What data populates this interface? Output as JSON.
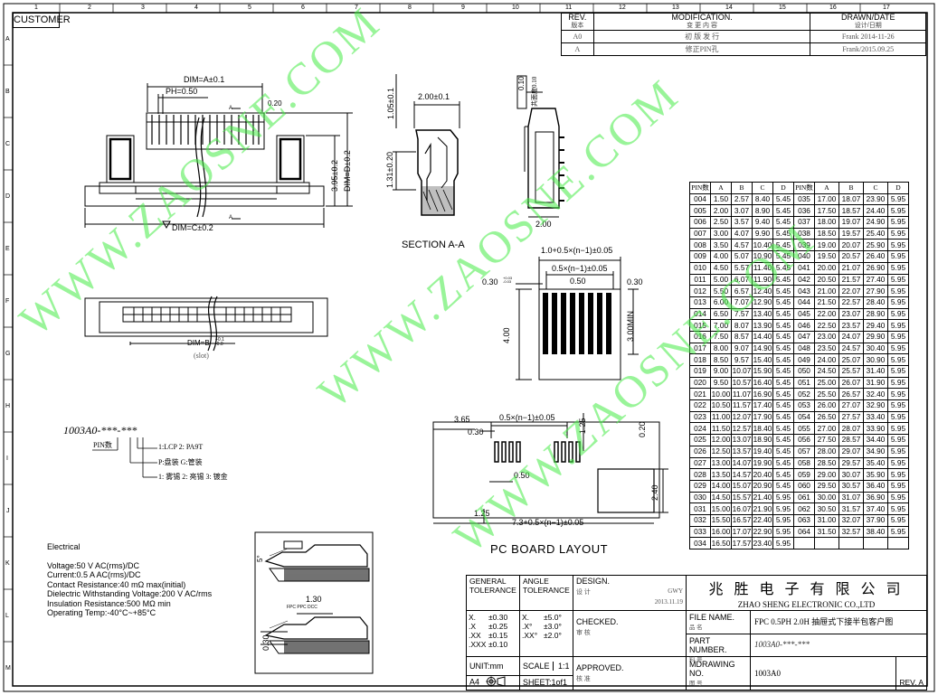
{
  "frame": {
    "customer_label": "CUSTOMER",
    "col_numbers": [
      "1",
      "2",
      "3",
      "4",
      "5",
      "6",
      "7",
      "8",
      "9",
      "10",
      "11",
      "12",
      "13",
      "14",
      "15",
      "16",
      "17"
    ],
    "row_letters": [
      "A",
      "B",
      "C",
      "D",
      "E",
      "F",
      "G",
      "H",
      "I",
      "J",
      "K",
      "L",
      "M"
    ]
  },
  "revision_table": {
    "headers": {
      "rev": "REV.",
      "rev_cn": "版本",
      "mod": "MODIFICATION.",
      "mod_cn": "变 更 内 容",
      "drawn": "DRAWN/DATE",
      "drawn_cn": "设计/日期"
    },
    "rows": [
      {
        "rev": "A0",
        "mod": "初 版 发 行",
        "drawn": "Frank 2014-11-26"
      },
      {
        "rev": "A",
        "mod": "修正PIN孔",
        "drawn": "Frank/2015.09.25"
      }
    ]
  },
  "top_view": {
    "dim_a": "DIM=A±0.1",
    "ph": "PH=0.50",
    "dim_020": "0.20",
    "dim_395": "3.95±0.2",
    "dim_d": "DIM=D±0.2",
    "dim_c": "DIM=C±0.2",
    "section_mark": "A"
  },
  "section_view": {
    "d105": "1.05±0.1",
    "d200": "2.00±0.1",
    "d131": "1.31±0.20",
    "caption": "SECTION A-A"
  },
  "side_view": {
    "t010": "0.10",
    "t010_note": "共面度0.10",
    "d200": "2.00"
  },
  "front_view": {
    "dim_b": "DIM=B",
    "dim_b_tol": "+0.1\n-0.0",
    "slot": "(slot)"
  },
  "part_code": {
    "code": "1003A0-***-***",
    "pin_label": "PIN数",
    "line1": "1:LCP   2: PA9T",
    "line2": "P:盘装     G:管装",
    "line3": "1: 雾锡     2: 亮锡     3: 镀金"
  },
  "fpc_view": {
    "d_top": "1.0+0.5×(n−1)±0.05",
    "d_mid": "0.5×(n−1)±0.05",
    "d030a": "0.30",
    "d030a_tol": "+0.03\n-0.03",
    "d050": "0.50",
    "d030b": "0.30",
    "d400": "4.00",
    "d300": "3.00MIN"
  },
  "pcb_view": {
    "d365": "3.65",
    "d030": "0.30",
    "d_top": "0.5×(n−1)±0.05",
    "d125a": "1.25",
    "d020": "0.20",
    "d050": "0.50",
    "d240": "2.40",
    "d125b": "1.25",
    "d_bottom": "7.3+0.5×(n−1)±0.05",
    "caption": "PC BOARD LAYOUT"
  },
  "electrical": {
    "title": "Electrical",
    "lines": [
      "Voltage:50 V AC(rms)/DC",
      "Current:0.5 A AC(rms)/DC",
      "Contact Resistance:40 mΩ max(initial)",
      "Dielectric Withstanding Voltage:200 V AC/rms",
      "Insulation Resistance:500 MΩ min",
      "Operating Temp:-40°C~+85°C"
    ]
  },
  "mount_view": {
    "d5": "5°",
    "d130": "1.30",
    "d030": "0.30",
    "fpc_label": "FPC  PPC  DCC"
  },
  "pin_table": {
    "headers": [
      "PIN数",
      "A",
      "B",
      "C",
      "D",
      "PIN数",
      "A",
      "B",
      "C",
      "D"
    ],
    "rows": [
      [
        "004",
        "1.50",
        "2.57",
        "8.40",
        "5.45",
        "035",
        "17.00",
        "18.07",
        "23.90",
        "5.95"
      ],
      [
        "005",
        "2.00",
        "3.07",
        "8.90",
        "5.45",
        "036",
        "17.50",
        "18.57",
        "24.40",
        "5.95"
      ],
      [
        "006",
        "2.50",
        "3.57",
        "9.40",
        "5.45",
        "037",
        "18.00",
        "19.07",
        "24.90",
        "5.95"
      ],
      [
        "007",
        "3.00",
        "4.07",
        "9.90",
        "5.45",
        "038",
        "18.50",
        "19.57",
        "25.40",
        "5.95"
      ],
      [
        "008",
        "3.50",
        "4.57",
        "10.40",
        "5.45",
        "039",
        "19.00",
        "20.07",
        "25.90",
        "5.95"
      ],
      [
        "009",
        "4.00",
        "5.07",
        "10.90",
        "5.45",
        "040",
        "19.50",
        "20.57",
        "26.40",
        "5.95"
      ],
      [
        "010",
        "4.50",
        "5.57",
        "11.40",
        "5.45",
        "041",
        "20.00",
        "21.07",
        "26.90",
        "5.95"
      ],
      [
        "011",
        "5.00",
        "6.07",
        "11.90",
        "5.45",
        "042",
        "20.50",
        "21.57",
        "27.40",
        "5.95"
      ],
      [
        "012",
        "5.50",
        "6.57",
        "12.40",
        "5.45",
        "043",
        "21.00",
        "22.07",
        "27.90",
        "5.95"
      ],
      [
        "013",
        "6.00",
        "7.07",
        "12.90",
        "5.45",
        "044",
        "21.50",
        "22.57",
        "28.40",
        "5.95"
      ],
      [
        "014",
        "6.50",
        "7.57",
        "13.40",
        "5.45",
        "045",
        "22.00",
        "23.07",
        "28.90",
        "5.95"
      ],
      [
        "015",
        "7.00",
        "8.07",
        "13.90",
        "5.45",
        "046",
        "22.50",
        "23.57",
        "29.40",
        "5.95"
      ],
      [
        "016",
        "7.50",
        "8.57",
        "14.40",
        "5.45",
        "047",
        "23.00",
        "24.07",
        "29.90",
        "5.95"
      ],
      [
        "017",
        "8.00",
        "9.07",
        "14.90",
        "5.45",
        "048",
        "23.50",
        "24.57",
        "30.40",
        "5.95"
      ],
      [
        "018",
        "8.50",
        "9.57",
        "15.40",
        "5.45",
        "049",
        "24.00",
        "25.07",
        "30.90",
        "5.95"
      ],
      [
        "019",
        "9.00",
        "10.07",
        "15.90",
        "5.45",
        "050",
        "24.50",
        "25.57",
        "31.40",
        "5.95"
      ],
      [
        "020",
        "9.50",
        "10.57",
        "16.40",
        "5.45",
        "051",
        "25.00",
        "26.07",
        "31.90",
        "5.95"
      ],
      [
        "021",
        "10.00",
        "11.07",
        "16.90",
        "5.45",
        "052",
        "25.50",
        "26.57",
        "32.40",
        "5.95"
      ],
      [
        "022",
        "10.50",
        "11.57",
        "17.40",
        "5.45",
        "053",
        "26.00",
        "27.07",
        "32.90",
        "5.95"
      ],
      [
        "023",
        "11.00",
        "12.07",
        "17.90",
        "5.45",
        "054",
        "26.50",
        "27.57",
        "33.40",
        "5.95"
      ],
      [
        "024",
        "11.50",
        "12.57",
        "18.40",
        "5.45",
        "055",
        "27.00",
        "28.07",
        "33.90",
        "5.95"
      ],
      [
        "025",
        "12.00",
        "13.07",
        "18.90",
        "5.45",
        "056",
        "27.50",
        "28.57",
        "34.40",
        "5.95"
      ],
      [
        "026",
        "12.50",
        "13.57",
        "19.40",
        "5.45",
        "057",
        "28.00",
        "29.07",
        "34.90",
        "5.95"
      ],
      [
        "027",
        "13.00",
        "14.07",
        "19.90",
        "5.45",
        "058",
        "28.50",
        "29.57",
        "35.40",
        "5.95"
      ],
      [
        "028",
        "13.50",
        "14.57",
        "20.40",
        "5.45",
        "059",
        "29.00",
        "30.07",
        "35.90",
        "5.95"
      ],
      [
        "029",
        "14.00",
        "15.07",
        "20.90",
        "5.45",
        "060",
        "29.50",
        "30.57",
        "36.40",
        "5.95"
      ],
      [
        "030",
        "14.50",
        "15.57",
        "21.40",
        "5.95",
        "061",
        "30.00",
        "31.07",
        "36.90",
        "5.95"
      ],
      [
        "031",
        "15.00",
        "16.07",
        "21.90",
        "5.95",
        "062",
        "30.50",
        "31.57",
        "37.40",
        "5.95"
      ],
      [
        "032",
        "15.50",
        "16.57",
        "22.40",
        "5.95",
        "063",
        "31.00",
        "32.07",
        "37.90",
        "5.95"
      ],
      [
        "033",
        "16.00",
        "17.07",
        "22.90",
        "5.95",
        "064",
        "31.50",
        "32.57",
        "38.40",
        "5.95"
      ],
      [
        "034",
        "16.50",
        "17.57",
        "23.40",
        "5.95",
        "",
        "",
        "",
        "",
        ""
      ]
    ]
  },
  "title_block": {
    "gen_tol": "GENERAL TOLERANCE",
    "ang_tol": "ANGLE TOLERANCE",
    "tol_rows": [
      [
        "X.",
        "±0.30",
        "X.",
        "±5.0°"
      ],
      [
        ".X",
        "±0.25",
        ".X°",
        "±3.0°"
      ],
      [
        ".XX",
        "±0.15",
        ".XX°",
        "±2.0°"
      ],
      [
        ".XXX",
        "±0.10",
        "",
        ""
      ]
    ],
    "design_label": "DESIGN.",
    "design_cn": "设 计",
    "design_name": "GWY",
    "design_date": "2013.11.19",
    "checked_label": "CHECKED.",
    "checked_cn": "审 核",
    "approved_label": "APPROVED.",
    "approved_cn": "核 准",
    "unit": "UNIT:mm",
    "scale_label": "SCALE",
    "scale_val": "1:1",
    "paper": "A4",
    "sheet": "SHEET:1of1",
    "company_cn": "兆 胜 电 子 有 限 公 司",
    "company_en": "ZHAO SHENG ELECTRONIC CO.,LTD",
    "file_label": "FILE NAME.",
    "file_cn": "品 名",
    "file_val": "FPC 0.5PH 2.0H 抽屉式下接半包客户图",
    "part_label": "PART NUMBER.",
    "part_cn": "料 号",
    "part_val": "1003A0-***-***",
    "draw_label": "MDRAWING NO.",
    "draw_cn": "图 号",
    "draw_val": "1003A0",
    "rev": "REV. A"
  },
  "watermark": "WWW.ZAOSNE.COM"
}
